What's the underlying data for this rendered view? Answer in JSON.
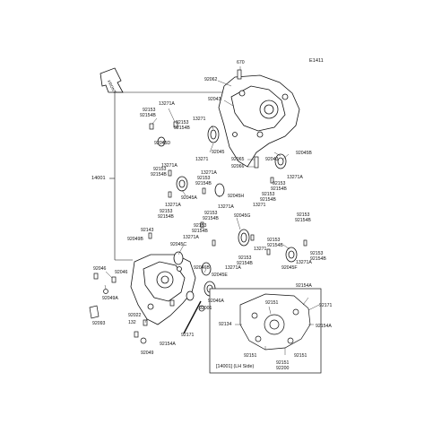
{
  "diagram": {
    "page_code": "E1411",
    "front_arrow_label": "FRONT",
    "inset_caption": "[14001]   (LH Side)",
    "part_labels": {
      "p670": "670",
      "p92062": "92062",
      "p92043a": "92043",
      "p13271A_a": "13271A",
      "p92153_a": "92153",
      "p92154B_a": "92154B",
      "p92153_b": "92153",
      "p92154B_b": "92154B",
      "p13271_a": "13271",
      "p92045D": "92045D",
      "p92045_a": "92045",
      "p13271_b": "13271",
      "p92065": "92065",
      "p92066": "92066",
      "p92043b": "92043",
      "p92045B": "92045B",
      "p14001": "14001",
      "p13271A_b": "13271A",
      "p92153_c": "92153",
      "p92154B_c": "92154B",
      "p13271A_c": "13271A",
      "p92153_d": "92153",
      "p92154B_d": "92154B",
      "p92153_e": "92153",
      "p92154B_e": "92154B",
      "p13271A_d": "13271A",
      "p92045A": "92045A",
      "p92045H": "92045H",
      "p13271A_e": "13271A",
      "p92153_f": "92153",
      "p92154B_f": "92154B",
      "p92153_g": "92153",
      "p92154B_g": "92154B",
      "p92153_h": "92153",
      "p92154B_h": "92154B",
      "p13271_c": "13271",
      "p13271A_f": "13271A",
      "p92153_i": "92153",
      "p92154B_i": "92154B",
      "p92045G": "92045G",
      "p92049B": "92049B",
      "p92143": "92143",
      "p13271A_g": "13271A",
      "p92045C": "92045C",
      "p92153_j": "92153",
      "p92154B_j": "92154B",
      "p13271_d": "13271",
      "p92153_k": "92153",
      "p92154B_k": "92154B",
      "p92153_l": "92153",
      "p92154B_l": "92154B",
      "p92153_m": "92153",
      "p92154B_m": "92154B",
      "p92045F": "92045F",
      "p13271A_h": "13271A",
      "p13271A_i": "13271A",
      "p92046a": "92046",
      "p92046b": "92046",
      "p92046B": "92046B",
      "p92045E": "92045E",
      "p92049A": "92049A",
      "p92046A": "92046A",
      "p92001": "92001",
      "p92093": "92093",
      "p92022": "92022",
      "p132": "132",
      "p92171_a": "92171",
      "p92154A_a": "92154A",
      "p92049": "92049",
      "p92151_a": "92151",
      "p92154A_b": "92154A",
      "p92171_b": "92171",
      "p92134": "92134",
      "p92154A_c": "92154A",
      "p92151_b": "92151",
      "p92151_c": "92151",
      "p92151_d": "92151",
      "p92200": "92200"
    }
  }
}
